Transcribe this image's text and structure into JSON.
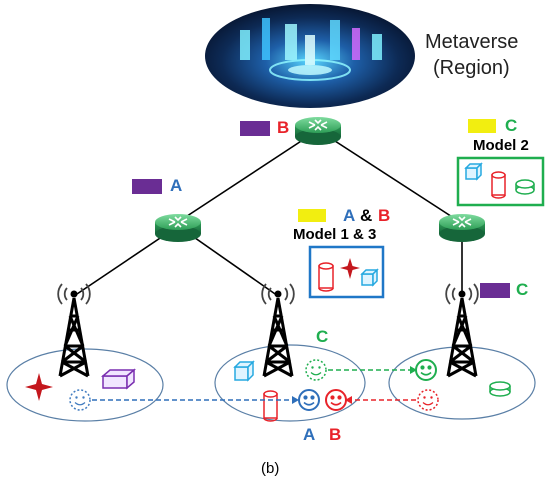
{
  "region": {
    "line1": "Metaverse",
    "line2": "(Region)"
  },
  "labels": {
    "top_router": "B",
    "left_router": "A",
    "right_model_letter": "C",
    "right_model_name": "Model 2",
    "mid_model_a": "A",
    "mid_model_amp": "&",
    "mid_model_b": "B",
    "mid_model_name": "Model 1 & 3",
    "right_tower": "C",
    "cell_c": "C",
    "user_a": "A",
    "user_b": "B"
  },
  "caption": "(b)",
  "colors": {
    "purple_chip": "#6a2d94",
    "yellow_chip": "#f2ee10",
    "label_a": "#2f6fba",
    "label_b": "#e8232a",
    "label_c": "#1fae4f",
    "router": "#2e9e57",
    "blue_box": "#1f77c7",
    "green_box": "#1fae4f"
  },
  "icons": [
    "metaverse-image",
    "router-icon",
    "cell-tower-icon",
    "data-chip-icon",
    "smiley-user-icon",
    "cylinder-storage-icon",
    "cube-icon",
    "star-icon"
  ]
}
